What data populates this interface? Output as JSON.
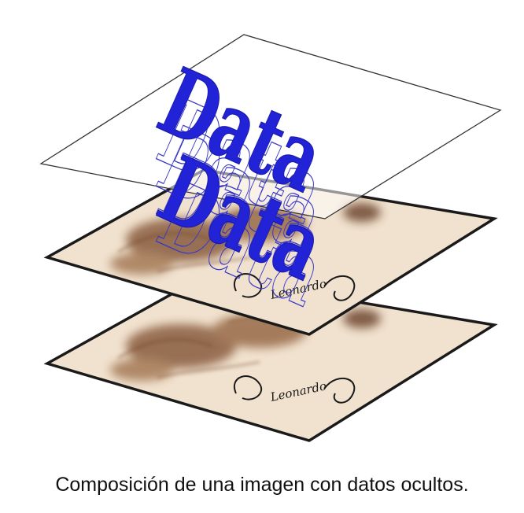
{
  "figure": {
    "hidden_word": "Data",
    "signature_text": "Leonardo",
    "colors": {
      "hidden_text": "#2222d6",
      "paper": "#f1e2cf",
      "ink": "#5a2f14",
      "outline": "#1a1a1a"
    }
  },
  "caption": "Composición de una imagen con datos ocultos."
}
